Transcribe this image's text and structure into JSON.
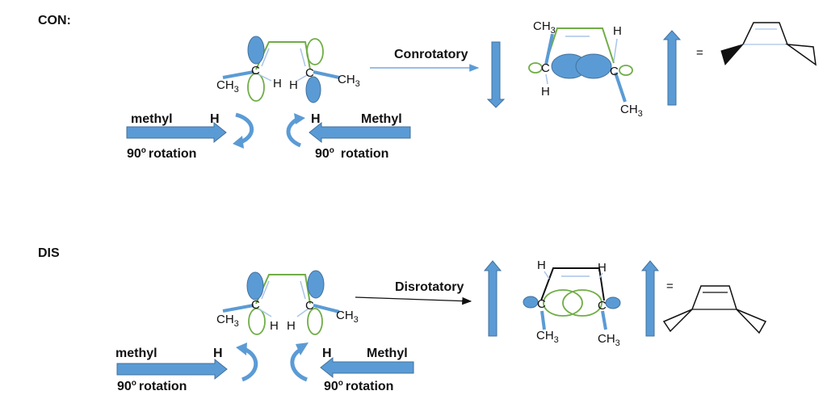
{
  "sections": {
    "con": {
      "label": "CON:",
      "mechanism_label": "Conrotatory",
      "left_rotation": {
        "group": "methyl",
        "h": "H",
        "rotation": "rotation",
        "degree": "90",
        "degree_mark": "o"
      },
      "right_rotation": {
        "group": "Methyl",
        "h": "H",
        "rotation": "rotation",
        "degree": "90",
        "degree_mark": "o"
      },
      "reactant": {
        "c_left": "C",
        "c_right": "C",
        "h_left": "H",
        "h_right": "H",
        "ch3_left": "CH",
        "ch3_right": "CH",
        "ch3_sub": "3"
      },
      "transition": {
        "c_left": "C",
        "c_right": "C",
        "h_top": "H",
        "h_bottom": "H",
        "ch3_top": "CH",
        "ch3_bottom": "CH",
        "ch3_sub": "3"
      },
      "equals": "="
    },
    "dis": {
      "label": "DIS",
      "mechanism_label": "Disrotatory",
      "left_rotation": {
        "group": "methyl",
        "h": "H",
        "rotation": "rotation",
        "degree": "90",
        "degree_mark": "o"
      },
      "right_rotation": {
        "group": "Methyl",
        "h": "H",
        "rotation": "rotation",
        "degree": "90",
        "degree_mark": "o"
      },
      "reactant": {
        "c_left": "C",
        "c_right": "C",
        "h_left": "H",
        "h_right": "H",
        "ch3_left": "CH",
        "ch3_right": "CH",
        "ch3_sub": "3"
      },
      "transition": {
        "c_left": "C",
        "c_right": "C",
        "h_left": "H",
        "h_right": "H",
        "ch3_left": "CH",
        "ch3_right": "CH",
        "ch3_sub": "3"
      },
      "equals": "="
    }
  },
  "colors": {
    "orbital_fill": "#5b9bd5",
    "orbital_stroke": "#41719c",
    "open_orbital": "#70ad47",
    "bond_blue": "#5b9bd5",
    "ring_green": "#70ad47",
    "text": "#111111"
  }
}
